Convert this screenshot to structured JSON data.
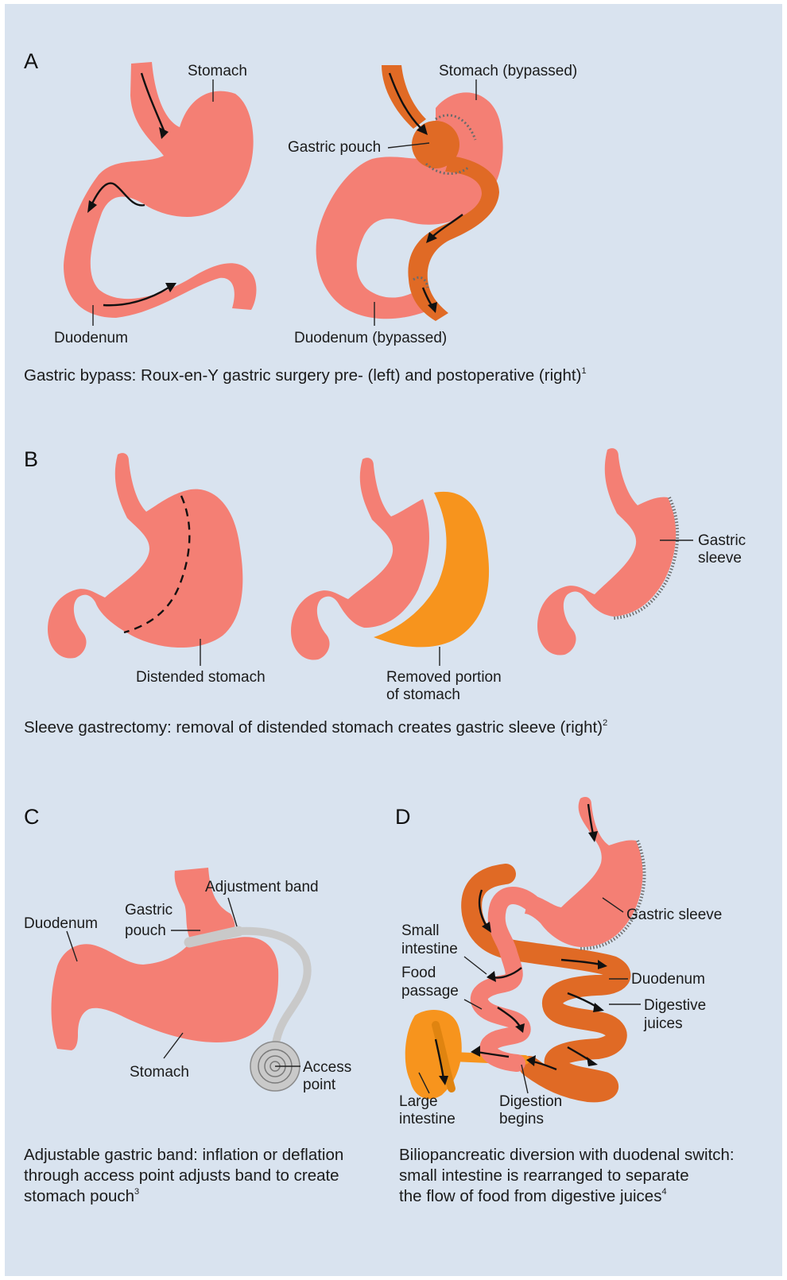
{
  "panels": {
    "A": {
      "letter": "A",
      "stomach": "Stomach",
      "duodenum": "Duodenum",
      "stomach_bypassed": "Stomach (bypassed)",
      "gastric_pouch": "Gastric pouch",
      "duodenum_bypassed": "Duodenum (bypassed)",
      "caption": "Gastric bypass: Roux-en-Y gastric surgery pre- (left) and postoperative (right)",
      "caption_ref": "1"
    },
    "B": {
      "letter": "B",
      "distended_stomach": "Distended stomach",
      "removed_line1": "Removed portion",
      "removed_line2": "of stomach",
      "sleeve_line1": "Gastric",
      "sleeve_line2": "sleeve",
      "caption": "Sleeve gastrectomy: removal of distended stomach creates gastric sleeve (right)",
      "caption_ref": "2"
    },
    "C": {
      "letter": "C",
      "duodenum": "Duodenum",
      "pouch_line1": "Gastric",
      "pouch_line2": "pouch",
      "adjustment_band": "Adjustment band",
      "stomach": "Stomach",
      "access_line1": "Access",
      "access_line2": "point",
      "caption_line1": "Adjustable gastric band: inflation or deflation",
      "caption_line2": "through access point adjusts band to create",
      "caption_line3": "stomach pouch",
      "caption_ref": "3"
    },
    "D": {
      "letter": "D",
      "gastric_sleeve": "Gastric sleeve",
      "small_line1": "Small",
      "small_line2": "intestine",
      "food_line1": "Food",
      "food_line2": "passage",
      "duodenum": "Duodenum",
      "juices_line1": "Digestive",
      "juices_line2": "juices",
      "large_line1": "Large",
      "large_line2": "intestine",
      "digestion_line1": "Digestion",
      "digestion_line2": "begins",
      "caption_line1": "Biliopancreatic diversion with duodenal switch:",
      "caption_line2": "small intestine is rearranged to separate",
      "caption_line3": "the flow of food from digestive juices",
      "caption_ref": "4"
    }
  },
  "colors": {
    "background": "#d9e3ef",
    "tissue": "#f47f74",
    "bypass_limb": "#e06a25",
    "removed": "#f7941d",
    "band": "#c9c9c9"
  }
}
